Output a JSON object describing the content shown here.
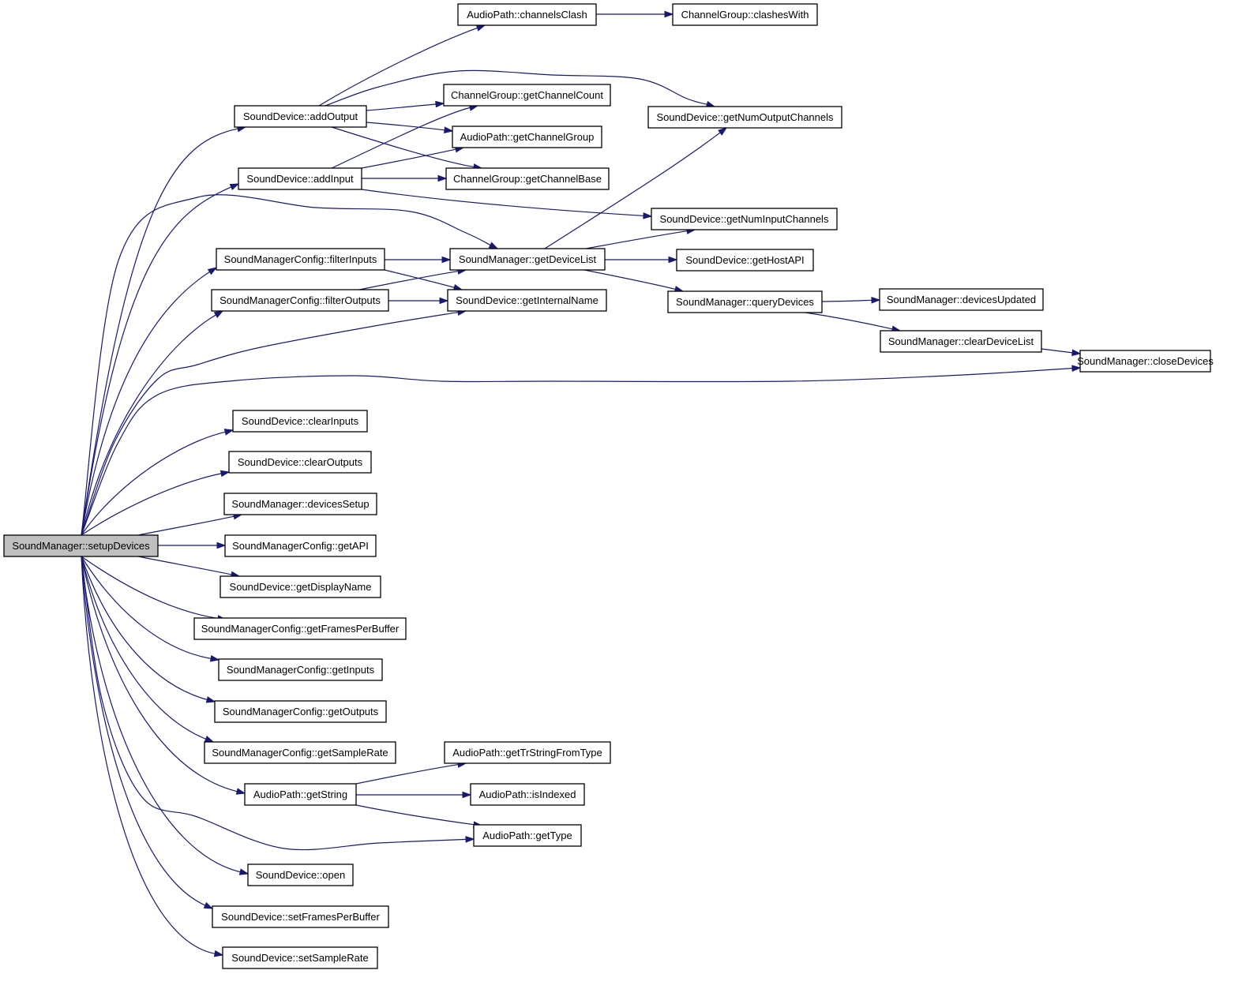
{
  "diagram": {
    "type": "call-graph",
    "root": "setupDevices",
    "nodes": [
      {
        "id": "setupDevices",
        "label": "SoundManager::setupDevices",
        "root": true
      },
      {
        "id": "addOutput",
        "label": "SoundDevice::addOutput"
      },
      {
        "id": "addInput",
        "label": "SoundDevice::addInput"
      },
      {
        "id": "filterInputs",
        "label": "SoundManagerConfig::filterInputs"
      },
      {
        "id": "filterOutputs",
        "label": "SoundManagerConfig::filterOutputs"
      },
      {
        "id": "clearInputs",
        "label": "SoundDevice::clearInputs"
      },
      {
        "id": "clearOutputs",
        "label": "SoundDevice::clearOutputs"
      },
      {
        "id": "devicesSetup",
        "label": "SoundManager::devicesSetup"
      },
      {
        "id": "getAPI",
        "label": "SoundManagerConfig::getAPI"
      },
      {
        "id": "getDisplayName",
        "label": "SoundDevice::getDisplayName"
      },
      {
        "id": "getFramesPerBuffer",
        "label": "SoundManagerConfig::getFramesPerBuffer"
      },
      {
        "id": "getInputs",
        "label": "SoundManagerConfig::getInputs"
      },
      {
        "id": "getOutputs",
        "label": "SoundManagerConfig::getOutputs"
      },
      {
        "id": "getSampleRate",
        "label": "SoundManagerConfig::getSampleRate"
      },
      {
        "id": "getString",
        "label": "AudioPath::getString"
      },
      {
        "id": "open",
        "label": "SoundDevice::open"
      },
      {
        "id": "setFramesPerBuffer",
        "label": "SoundDevice::setFramesPerBuffer"
      },
      {
        "id": "setSampleRate",
        "label": "SoundDevice::setSampleRate"
      },
      {
        "id": "channelsClash",
        "label": "AudioPath::channelsClash"
      },
      {
        "id": "getChannelCount",
        "label": "ChannelGroup::getChannelCount"
      },
      {
        "id": "getChannelGroup",
        "label": "AudioPath::getChannelGroup"
      },
      {
        "id": "getChannelBase",
        "label": "ChannelGroup::getChannelBase"
      },
      {
        "id": "getDeviceList",
        "label": "SoundManager::getDeviceList"
      },
      {
        "id": "getInternalName",
        "label": "SoundDevice::getInternalName"
      },
      {
        "id": "getTrStringFromType",
        "label": "AudioPath::getTrStringFromType"
      },
      {
        "id": "isIndexed",
        "label": "AudioPath::isIndexed"
      },
      {
        "id": "getType",
        "label": "AudioPath::getType"
      },
      {
        "id": "clashesWith",
        "label": "ChannelGroup::clashesWith"
      },
      {
        "id": "getNumOutputChannels",
        "label": "SoundDevice::getNumOutputChannels"
      },
      {
        "id": "getNumInputChannels",
        "label": "SoundDevice::getNumInputChannels"
      },
      {
        "id": "getHostAPI",
        "label": "SoundDevice::getHostAPI"
      },
      {
        "id": "queryDevices",
        "label": "SoundManager::queryDevices"
      },
      {
        "id": "devicesUpdated",
        "label": "SoundManager::devicesUpdated"
      },
      {
        "id": "clearDeviceList",
        "label": "SoundManager::clearDeviceList"
      },
      {
        "id": "closeDevices",
        "label": "SoundManager::closeDevices"
      }
    ],
    "edges": [
      {
        "from": "setupDevices",
        "to": "addOutput"
      },
      {
        "from": "setupDevices",
        "to": "addInput"
      },
      {
        "from": "setupDevices",
        "to": "getDeviceList"
      },
      {
        "from": "setupDevices",
        "to": "filterInputs"
      },
      {
        "from": "setupDevices",
        "to": "filterOutputs"
      },
      {
        "from": "setupDevices",
        "to": "getInternalName"
      },
      {
        "from": "setupDevices",
        "to": "closeDevices"
      },
      {
        "from": "setupDevices",
        "to": "clearInputs"
      },
      {
        "from": "setupDevices",
        "to": "clearOutputs"
      },
      {
        "from": "setupDevices",
        "to": "devicesSetup"
      },
      {
        "from": "setupDevices",
        "to": "getAPI"
      },
      {
        "from": "setupDevices",
        "to": "getDisplayName"
      },
      {
        "from": "setupDevices",
        "to": "getFramesPerBuffer"
      },
      {
        "from": "setupDevices",
        "to": "getInputs"
      },
      {
        "from": "setupDevices",
        "to": "getOutputs"
      },
      {
        "from": "setupDevices",
        "to": "getSampleRate"
      },
      {
        "from": "setupDevices",
        "to": "getString"
      },
      {
        "from": "setupDevices",
        "to": "getType"
      },
      {
        "from": "setupDevices",
        "to": "open"
      },
      {
        "from": "setupDevices",
        "to": "setFramesPerBuffer"
      },
      {
        "from": "setupDevices",
        "to": "setSampleRate"
      },
      {
        "from": "addOutput",
        "to": "channelsClash"
      },
      {
        "from": "addOutput",
        "to": "getNumOutputChannels"
      },
      {
        "from": "addOutput",
        "to": "getChannelCount"
      },
      {
        "from": "addOutput",
        "to": "getChannelGroup"
      },
      {
        "from": "addOutput",
        "to": "getChannelBase"
      },
      {
        "from": "addInput",
        "to": "getChannelCount"
      },
      {
        "from": "addInput",
        "to": "getChannelGroup"
      },
      {
        "from": "addInput",
        "to": "getChannelBase"
      },
      {
        "from": "addInput",
        "to": "getNumInputChannels"
      },
      {
        "from": "channelsClash",
        "to": "clashesWith"
      },
      {
        "from": "filterInputs",
        "to": "getDeviceList"
      },
      {
        "from": "filterInputs",
        "to": "getInternalName"
      },
      {
        "from": "filterOutputs",
        "to": "getDeviceList"
      },
      {
        "from": "filterOutputs",
        "to": "getInternalName"
      },
      {
        "from": "getDeviceList",
        "to": "getNumOutputChannels"
      },
      {
        "from": "getDeviceList",
        "to": "getNumInputChannels"
      },
      {
        "from": "getDeviceList",
        "to": "getHostAPI"
      },
      {
        "from": "getDeviceList",
        "to": "queryDevices"
      },
      {
        "from": "queryDevices",
        "to": "devicesUpdated"
      },
      {
        "from": "queryDevices",
        "to": "clearDeviceList"
      },
      {
        "from": "clearDeviceList",
        "to": "closeDevices"
      },
      {
        "from": "getString",
        "to": "getTrStringFromType"
      },
      {
        "from": "getString",
        "to": "isIndexed"
      },
      {
        "from": "getString",
        "to": "getType"
      }
    ],
    "colors": {
      "edge": "#191970",
      "root_fill": "#bfbfbf",
      "node_fill": "#ffffff",
      "node_border": "#000000"
    }
  }
}
